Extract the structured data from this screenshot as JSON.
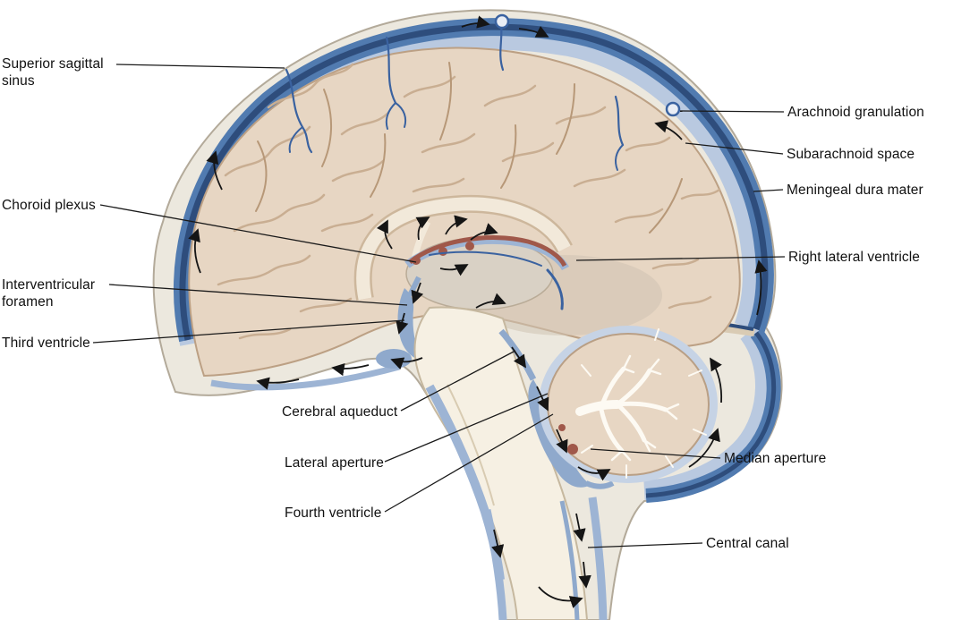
{
  "figure": {
    "labels": {
      "superior_sagittal_sinus": "Superior sagittal sinus",
      "choroid_plexus": "Choroid plexus",
      "interventricular_foramen": "Interventricular foramen",
      "third_ventricle": "Third ventricle",
      "cerebral_aqueduct": "Cerebral aqueduct",
      "lateral_aperture": "Lateral aperture",
      "fourth_ventricle": "Fourth ventricle",
      "arachnoid_granulation": "Arachnoid granulation",
      "subarachnoid_space": "Subarachnoid space",
      "meningeal_dura_mater": "Meningeal dura mater",
      "right_lateral_ventricle": "Right lateral ventricle",
      "median_aperture": "Median aperture",
      "central_canal": "Central canal"
    },
    "colors": {
      "dura_blue": "#517bb0",
      "sinus_dark_blue": "#2e4d7c",
      "csf_light_blue": "#9db4d4",
      "subarachnoid_blue": "#b9c9e0",
      "brain_tan": "#e7d6c3",
      "brainstem_cream": "#f6f0e3",
      "choroid_red": "#a0584a",
      "skull_beige": "#ece8de",
      "line_black": "#111111",
      "background": "#ffffff"
    }
  }
}
